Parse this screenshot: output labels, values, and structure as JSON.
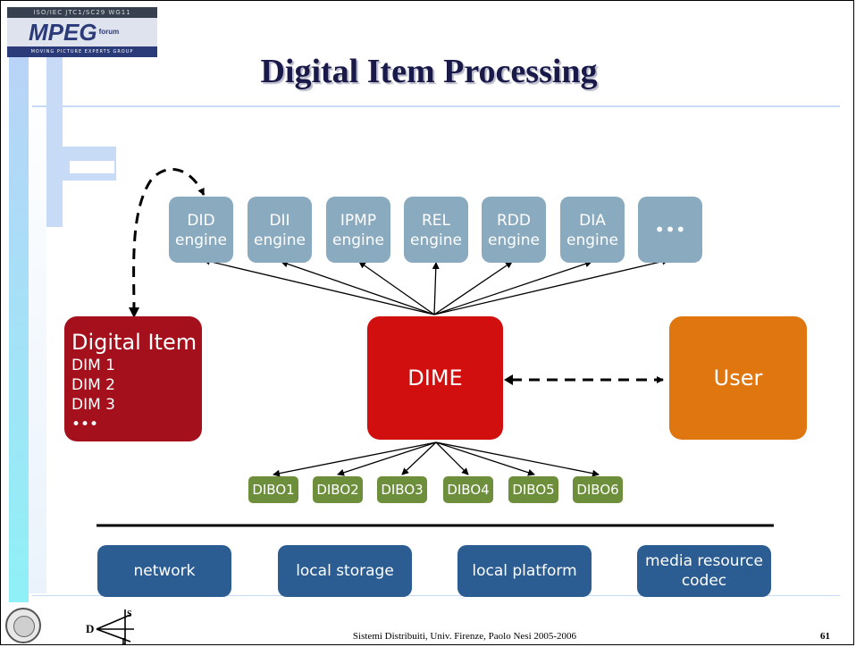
{
  "logo": {
    "top_text": "ISO/IEC JTC1/SC29 WG11",
    "main_text": "MPEG",
    "sup_text": "forum",
    "bottom_text": "MOVING PICTURE EXPERTS GROUP"
  },
  "title": "Digital Item Processing",
  "engines": [
    {
      "line1": "DID",
      "line2": "engine"
    },
    {
      "line1": "DII",
      "line2": "engine"
    },
    {
      "line1": "IPMP",
      "line2": "engine"
    },
    {
      "line1": "REL",
      "line2": "engine"
    },
    {
      "line1": "RDD",
      "line2": "engine"
    },
    {
      "line1": "DIA",
      "line2": "engine"
    },
    {
      "line1": "•••",
      "line2": ""
    }
  ],
  "digital_item": {
    "title": "Digital Item",
    "items": [
      "DIM 1",
      "DIM 2",
      "DIM 3",
      "•••"
    ]
  },
  "dime": "DIME",
  "user": "User",
  "dibos": [
    "DIBO1",
    "DIBO2",
    "DIBO3",
    "DIBO4",
    "DIBO5",
    "DIBO6"
  ],
  "platform": [
    "network",
    "local storage",
    "local platform",
    "media resource codec"
  ],
  "footer": {
    "text": "Sistemi Distribuiti, Univ. Firenze, Paolo Nesi 2005-2006",
    "page": "61"
  },
  "colors": {
    "engine": "#8aaabf",
    "digital_item": "#a4101c",
    "dime": "#d20f0f",
    "user": "#e0760f",
    "dibo": "#6d8f3b",
    "platform": "#2b5d92",
    "title": "#1a1a4a"
  }
}
